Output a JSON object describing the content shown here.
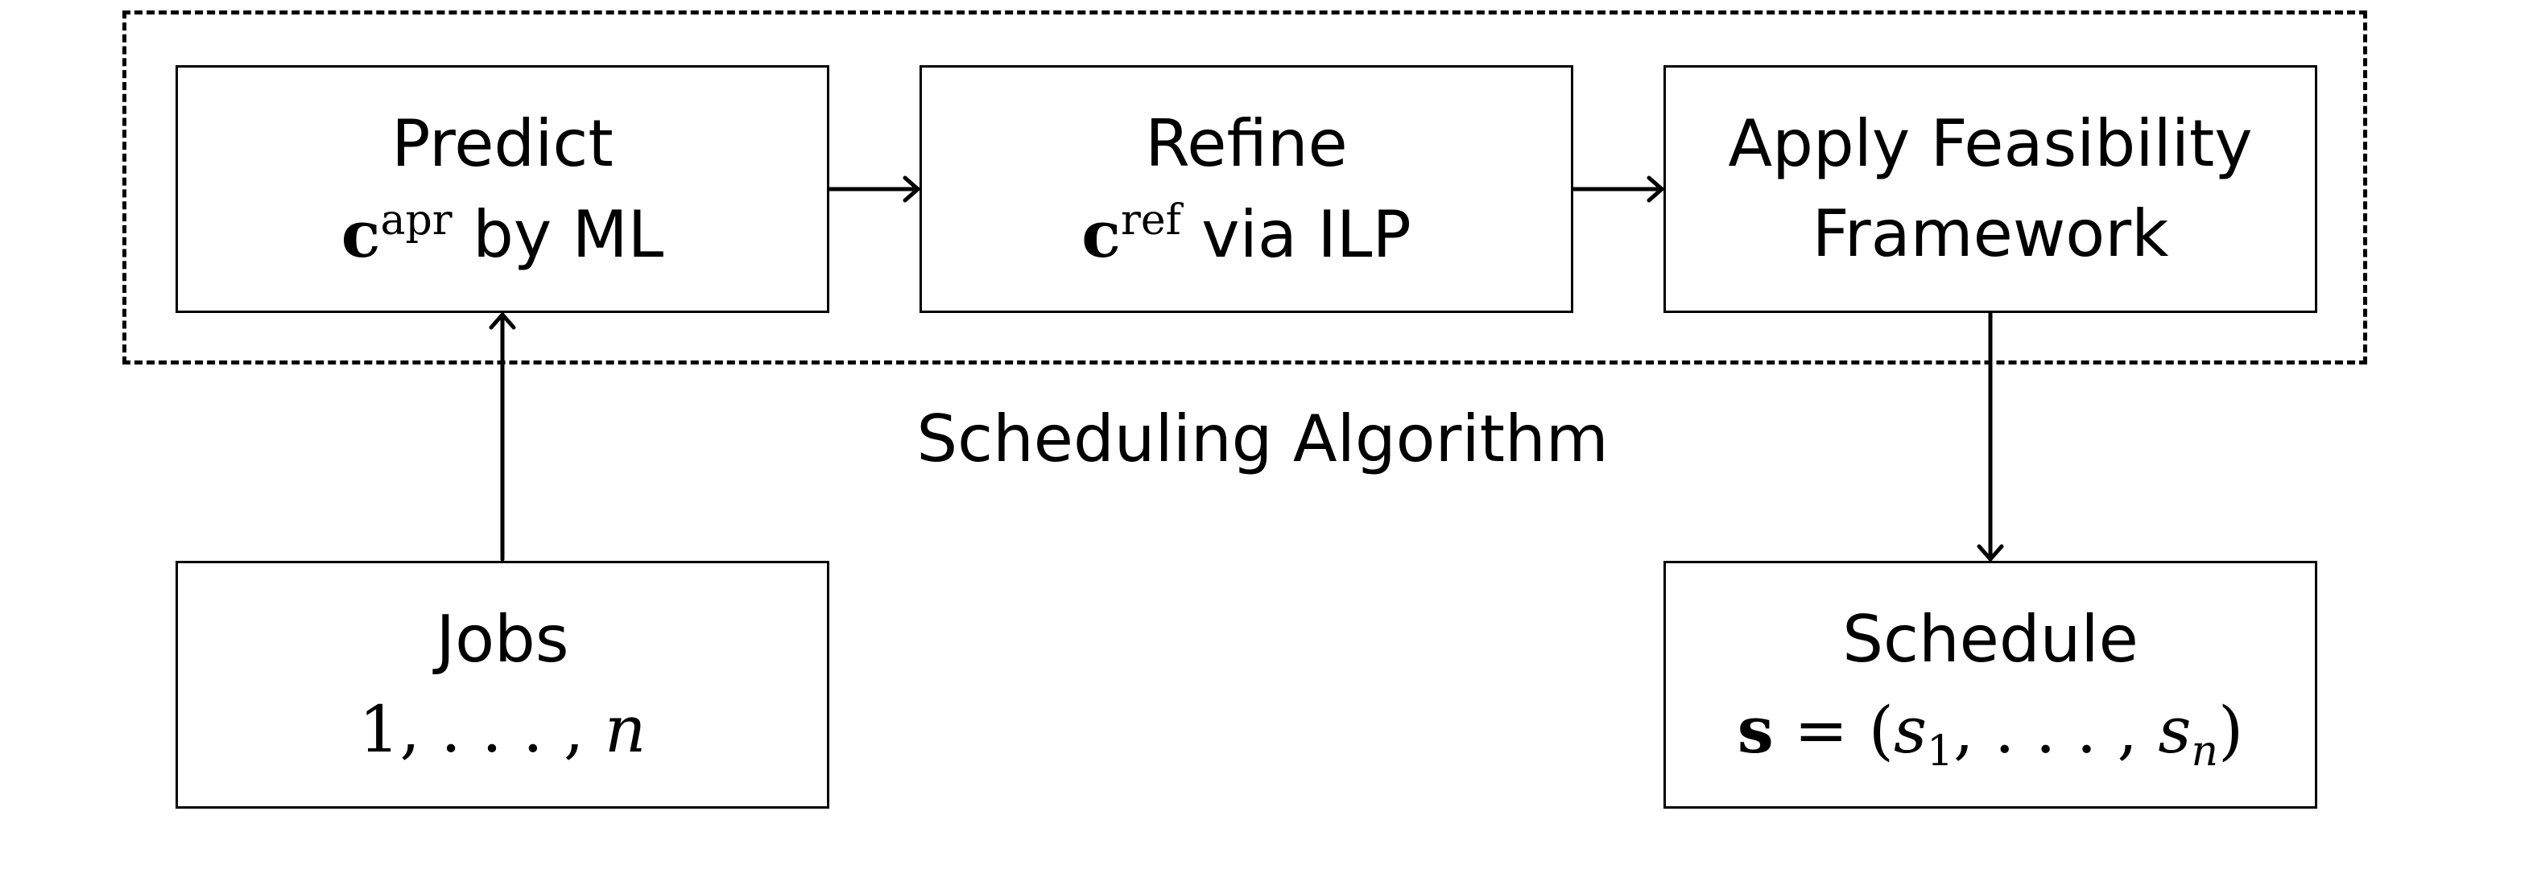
{
  "diagram": {
    "group_label": "Scheduling Algorithm",
    "nodes": {
      "predict": {
        "line1": "Predict",
        "vector": "c",
        "superscript": "apr",
        "rest": " by ML"
      },
      "refine": {
        "line1": "Refine",
        "vector": "c",
        "superscript": "ref",
        "rest": " via ILP"
      },
      "feasibility": {
        "line1": "Apply Feasibility",
        "line2": "Framework"
      },
      "jobs": {
        "line1": "Jobs",
        "math_start": "1, . . . , ",
        "math_n": "n"
      },
      "schedule": {
        "line1": "Schedule",
        "vector": "s",
        "eq_open": " = (",
        "s_var": "s",
        "sub1": "1",
        "mid": ", . . . , ",
        "sub_n": "n",
        "close": ")"
      }
    },
    "edges": [
      {
        "from": "Jobs",
        "to": "Predict"
      },
      {
        "from": "Predict",
        "to": "Refine"
      },
      {
        "from": "Refine",
        "to": "Apply Feasibility Framework"
      },
      {
        "from": "Apply Feasibility Framework",
        "to": "Schedule"
      }
    ]
  }
}
